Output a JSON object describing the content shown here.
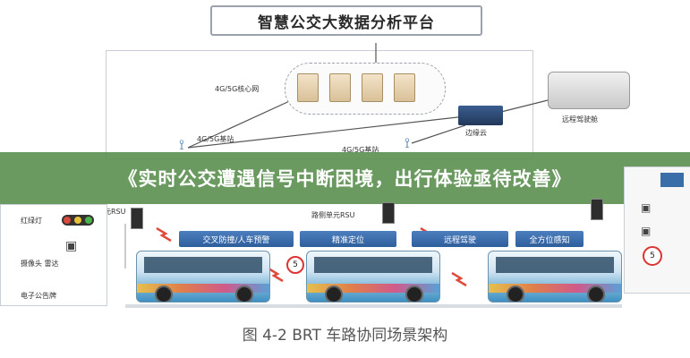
{
  "title": "智慧公交大数据分析平台",
  "banner": "《实时公交遭遇信号中断困境，出行体验亟待改善》",
  "caption": "图 4-2 BRT 车路协同场景架构",
  "labels": {
    "core_network": "4G/5G核心网",
    "base_station_left": "4G/5G基站",
    "base_station_mid": "4G/5G基站",
    "edge_cloud": "边缘云",
    "remote_cabin": "远程驾驶舱",
    "rsu_left": "路侧单元RSU",
    "rsu_mid": "路侧单元RSU",
    "traffic_light": "红绿灯",
    "camera_radar": "摄像头 雷达",
    "e_board": "电子公告牌"
  },
  "functions": [
    "交叉防撞/人车预警",
    "精准定位",
    "远程驾驶",
    "全方位感知"
  ],
  "signs": [
    "5",
    "5"
  ],
  "colors": {
    "banner": "#5d9152",
    "function_box": "#3a6ea8",
    "arrow": "#e04a3a"
  }
}
